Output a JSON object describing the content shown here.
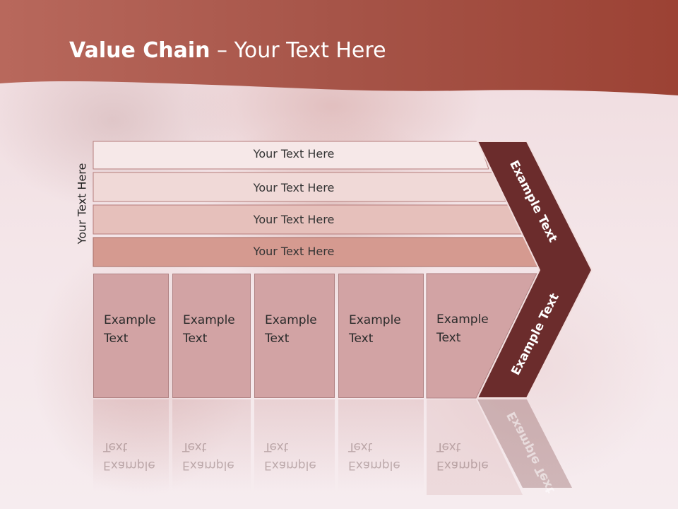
{
  "title": {
    "bold": "Value Chain",
    "rest": " – Your Text Here"
  },
  "side_label": "Your Text Here",
  "bars": [
    {
      "label": "Your Text Here"
    },
    {
      "label": "Your Text Here"
    },
    {
      "label": "Your Text Here"
    },
    {
      "label": "Your Text Here"
    }
  ],
  "boxes": [
    {
      "line1": "Example",
      "line2": "Text"
    },
    {
      "line1": "Example",
      "line2": "Text"
    },
    {
      "line1": "Example",
      "line2": "Text"
    },
    {
      "line1": "Example",
      "line2": "Text"
    },
    {
      "line1": "Example",
      "line2": "Text"
    }
  ],
  "chevron": {
    "upper_label": "Example Text",
    "lower_label": "Example Text"
  },
  "colors": {
    "header": "#a24a3c",
    "chevron": "#6b2c2c",
    "bar_light": "#f6e8e8",
    "bar_dark": "#d59a90",
    "box": "#d2a3a4"
  }
}
